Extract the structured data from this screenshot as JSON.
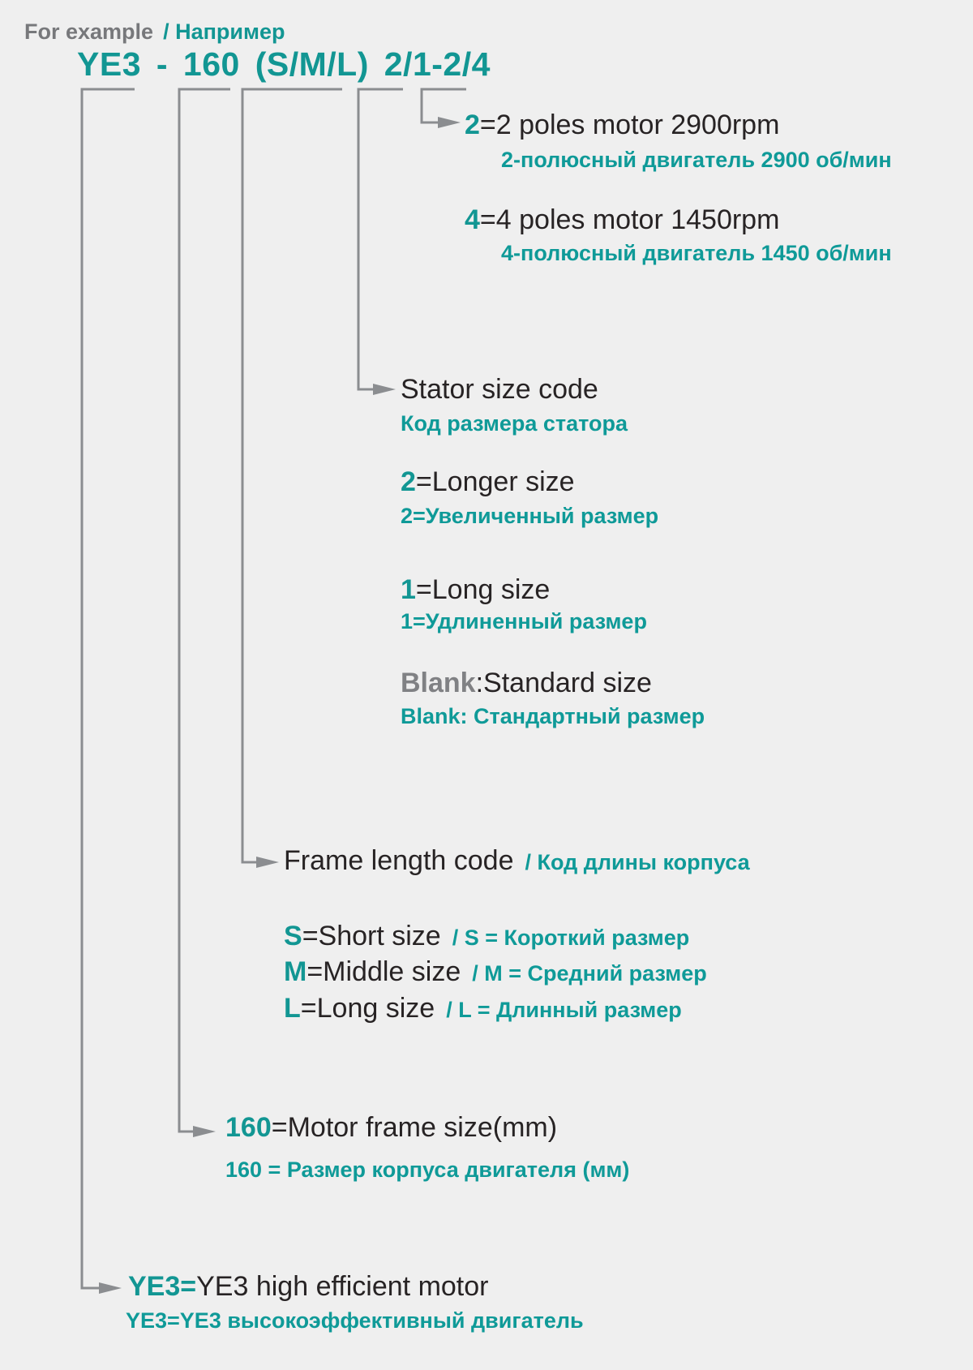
{
  "colors": {
    "background": "#efefef",
    "teal_accent": "#129693",
    "dark_text": "#272324",
    "gray_text": "#77787b",
    "blank_gray": "#808184",
    "connector_line": "#8b8d90"
  },
  "header": {
    "example_en": "For example",
    "example_ru": "/ Например",
    "model_code": "YE3 - 160 (S/M/L) 2/1-2/4"
  },
  "branches": {
    "poles2": {
      "key": "2",
      "en": "=2 poles motor 2900rpm",
      "ru": "2-полюсный двигатель 2900 об/мин"
    },
    "poles4": {
      "key": "4",
      "en": "=4 poles motor 1450rpm",
      "ru": "4-полюсный двигатель 1450 об/мин"
    },
    "stator": {
      "title_en": "Stator size code",
      "title_ru": "Код размера статора",
      "opt2": {
        "key": "2",
        "en": "=Longer size",
        "ru": "2=Увеличенный размер"
      },
      "opt1": {
        "key": "1",
        "en": "=Long size",
        "ru": "1=Удлиненный размер"
      },
      "optblank": {
        "key": "Blank",
        "en": ":Standard size",
        "ru": "Blank: Стандартный размер"
      }
    },
    "frame": {
      "title_en": "Frame length code",
      "title_ru": "/ Код длины корпуса",
      "optS": {
        "key": "S",
        "en": "=Short size",
        "ru": "/ S = Короткий размер"
      },
      "optM": {
        "key": "M",
        "en": "=Middle size",
        "ru": "/ M = Средний размер"
      },
      "optL": {
        "key": "L",
        "en": "=Long size",
        "ru": "/ L = Длинный размер"
      }
    },
    "framesize": {
      "key": "160",
      "en": "=Motor frame size(mm)",
      "ru": "160 = Размер корпуса двигателя (мм)"
    },
    "series": {
      "key": "YE3=",
      "en": "YE3 high efficient motor",
      "ru": "YE3=YE3 высокоэффективный двигатель"
    }
  }
}
